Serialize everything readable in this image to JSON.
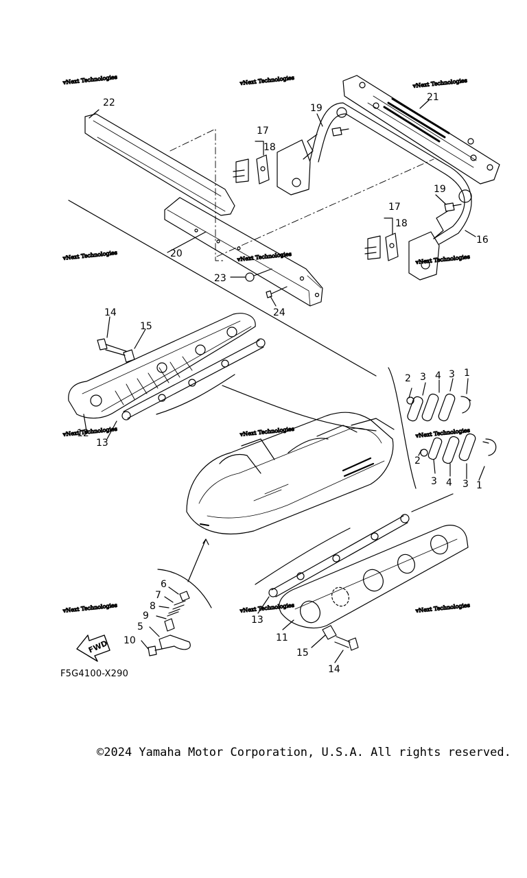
{
  "diagram": {
    "callouts": {
      "c1a": "1",
      "c1b": "1",
      "c2a": "2",
      "c2b": "2",
      "c3a": "3",
      "c3b": "3",
      "c3c": "3",
      "c3d": "3",
      "c4a": "4",
      "c4b": "4",
      "c5": "5",
      "c6": "6",
      "c7": "7",
      "c8": "8",
      "c9": "9",
      "c10": "10",
      "c11": "11",
      "c12": "12",
      "c13a": "13",
      "c13b": "13",
      "c14a": "14",
      "c14b": "14",
      "c15a": "15",
      "c15b": "15",
      "c16": "16",
      "c17a": "17",
      "c17b": "17",
      "c18a": "18",
      "c18b": "18",
      "c19a": "19",
      "c19b": "19",
      "c20": "20",
      "c21": "21",
      "c22": "22",
      "c23": "23",
      "c24": "24"
    },
    "fwd_label": "FWD",
    "watermark_text": "vNext Technologies",
    "reference_code": "F5G4100-X290"
  },
  "footer": {
    "copyright": "©2024 Yamaha Motor Corporation, U.S.A. All rights reserved."
  }
}
